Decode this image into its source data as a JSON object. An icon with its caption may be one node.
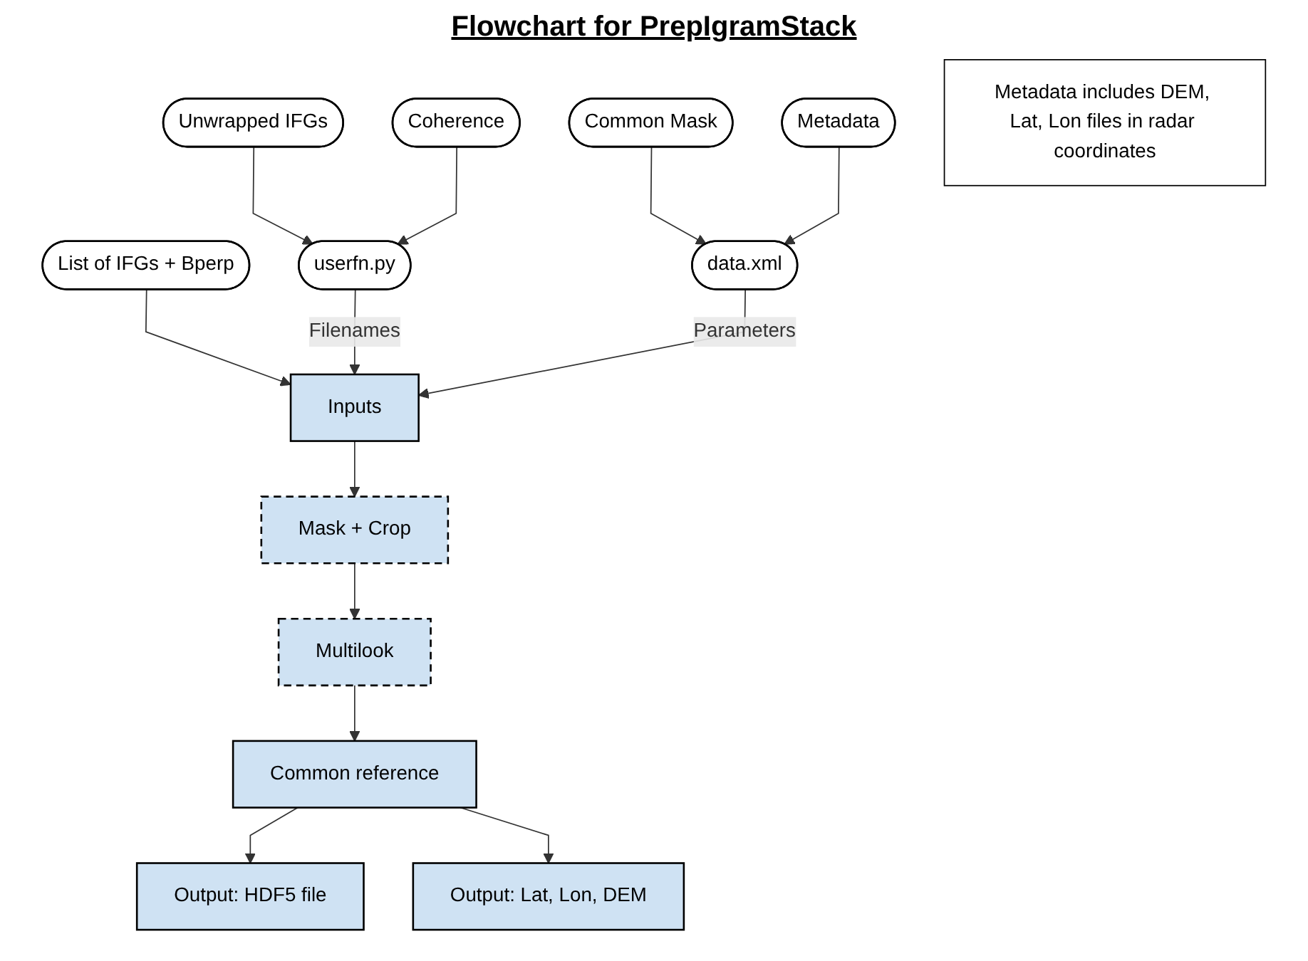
{
  "diagram": {
    "title": "Flowchart for PrepIgramStack",
    "nodes": [
      {
        "text": [
          "Unwrapped IFGs"
        ]
      },
      {
        "text": [
          "Coherence"
        ]
      },
      {
        "text": [
          "List of IFGs + Bperp"
        ]
      },
      {
        "text": [
          "Common Mask"
        ]
      },
      {
        "text": [
          "Metadata"
        ]
      },
      {
        "text": [
          "userfn.py"
        ]
      },
      {
        "text": [
          "Inputs"
        ]
      },
      {
        "text": [
          "data.xml"
        ]
      },
      {
        "text": [
          "Mask + Crop"
        ]
      },
      {
        "text": [
          "Multilook"
        ]
      },
      {
        "text": [
          "Common reference"
        ]
      },
      {
        "text": [
          "Output: HDF5 file"
        ]
      },
      {
        "text": [
          "Output: Lat, Lon, DEM"
        ]
      },
      {
        "text": [
          "Metadata includes DEM, Lat, Lon files in radar coordinates"
        ]
      }
    ],
    "edges": [
      {
        "from": 0,
        "to": 5,
        "arrow": "to"
      },
      {
        "from": 1,
        "to": 5,
        "arrow": "to"
      },
      {
        "from": 2,
        "to": 6,
        "arrow": "to"
      },
      {
        "from": 3,
        "to": 7,
        "arrow": "to"
      },
      {
        "from": 4,
        "to": 7,
        "arrow": "to"
      },
      {
        "from": 5,
        "to": 6,
        "arrow": "to",
        "label": "Filenames"
      },
      {
        "from": 7,
        "to": 6,
        "arrow": "to",
        "label": "Parameters"
      },
      {
        "from": 6,
        "to": 8,
        "arrow": "to"
      },
      {
        "from": 8,
        "to": 9,
        "arrow": "to"
      },
      {
        "from": 9,
        "to": 10,
        "arrow": "to"
      },
      {
        "from": 10,
        "to": 11,
        "arrow": "to"
      },
      {
        "from": 10,
        "to": 12,
        "arrow": "to"
      }
    ]
  }
}
